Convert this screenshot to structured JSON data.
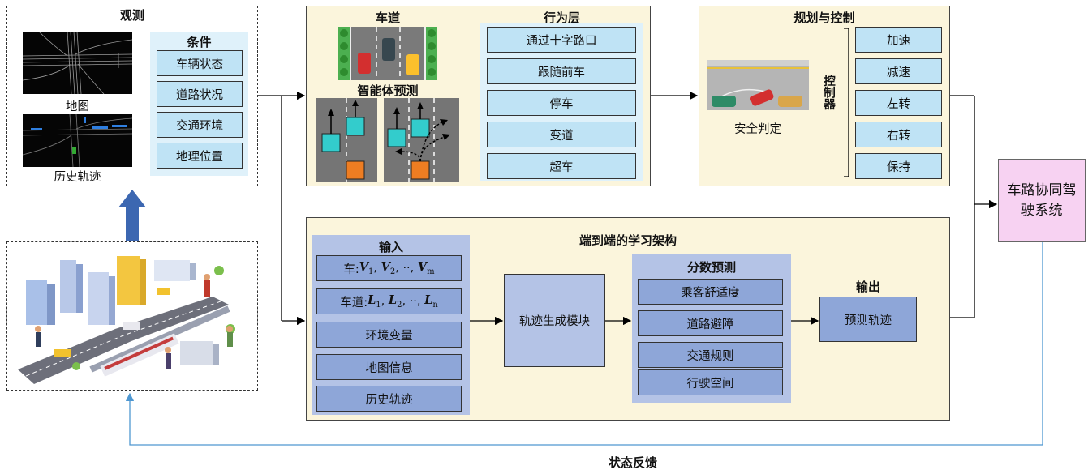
{
  "observation": {
    "title": "观测",
    "map_label": "地图",
    "history_label": "历史轨迹",
    "conditions": {
      "title": "条件",
      "items": [
        "车辆状态",
        "道路状况",
        "交通环境",
        "地理位置"
      ]
    }
  },
  "lane_panel": {
    "lane_title": "车道",
    "agent_pred_title": "智能体预测",
    "behavior": {
      "title": "行为层",
      "items": [
        "通过十字路口",
        "跟随前车",
        "停车",
        "变道",
        "超车"
      ]
    }
  },
  "planning": {
    "title": "规划与控制",
    "safety_label": "安全判定",
    "controller_label": "控制器",
    "actions": [
      "加速",
      "减速",
      "左转",
      "右转",
      "保持"
    ]
  },
  "system": {
    "label": "车路协同驾驶系统"
  },
  "e2e": {
    "title": "端到端的学习架构",
    "input": {
      "title": "输入",
      "vehicle": {
        "prefix": "车: ",
        "items": [
          "V1",
          "V2",
          "··",
          "Vm"
        ]
      },
      "lane": {
        "prefix": "车道: ",
        "items": [
          "L1",
          "L2",
          "··",
          "Ln"
        ]
      },
      "items": [
        "环境变量",
        "地图信息",
        "历史轨迹"
      ]
    },
    "generator": "轨迹生成模块",
    "score": {
      "title": "分数预测",
      "items": [
        "乘客舒适度",
        "道路避障",
        "交通规则",
        "行驶空间"
      ]
    },
    "output": {
      "title": "输出",
      "item": "预测轨迹"
    }
  },
  "feedback": {
    "label": "状态反馈"
  },
  "colors": {
    "panel_bg": "#fbf5dc",
    "light_box": "#bfe3f5",
    "blue_box": "#8ea6d8",
    "system_box": "#f7d2f2",
    "feedback_line": "#4f97d1",
    "up_arrow": "#3c67b1"
  }
}
